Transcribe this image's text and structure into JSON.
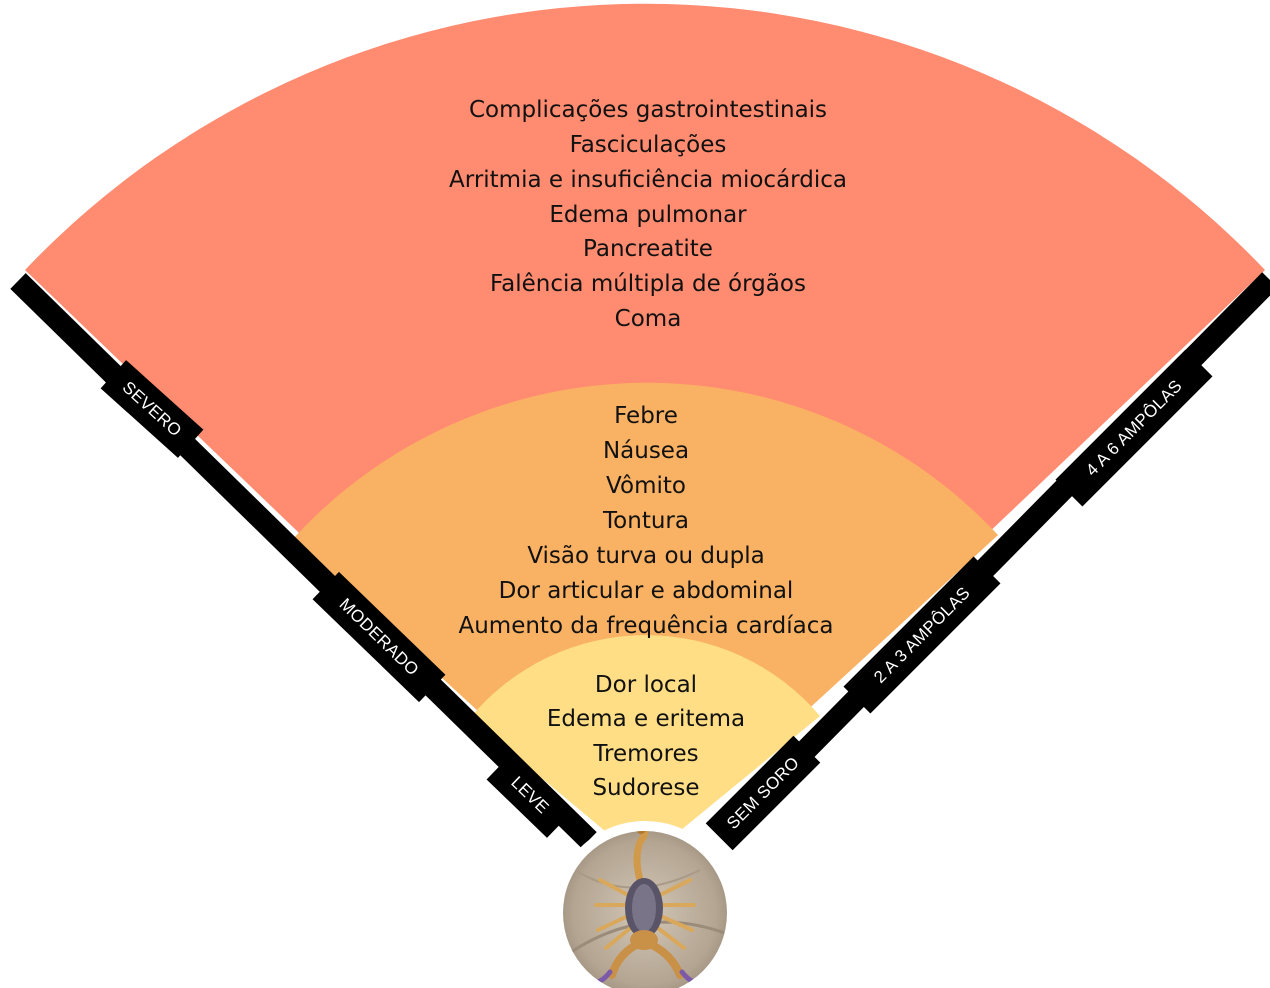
{
  "zones": {
    "severe": {
      "color": "#FF8B70",
      "symptoms": [
        "Complicações gastrointestinais",
        "Fasciculações",
        "Arritmia e insuficiência miocárdica",
        "Edema pulmonar",
        "Pancreatite",
        "Falência múltipla de órgãos",
        "Coma"
      ]
    },
    "moderate": {
      "color": "#F9B163",
      "symptoms": [
        "Febre",
        "Náusea",
        "Vômito",
        "Tontura",
        "Visão turva ou dupla",
        "Dor articular e abdominal",
        "Aumento da frequência cardíaca"
      ]
    },
    "mild": {
      "color": "#FFDE85",
      "symptoms": [
        "Dor local",
        "Edema e eritema",
        "Tremores",
        "Sudorese"
      ]
    }
  },
  "severity_labels": {
    "severe": "SEVERO",
    "moderate": "MODERADO",
    "mild": "LEVE"
  },
  "treatment_labels": {
    "none": "SEM SORO",
    "moderate": "2 A 3 AMPÔLAS",
    "severe": "4 A 6 AMPÔLAS"
  },
  "band_color": "#000000"
}
